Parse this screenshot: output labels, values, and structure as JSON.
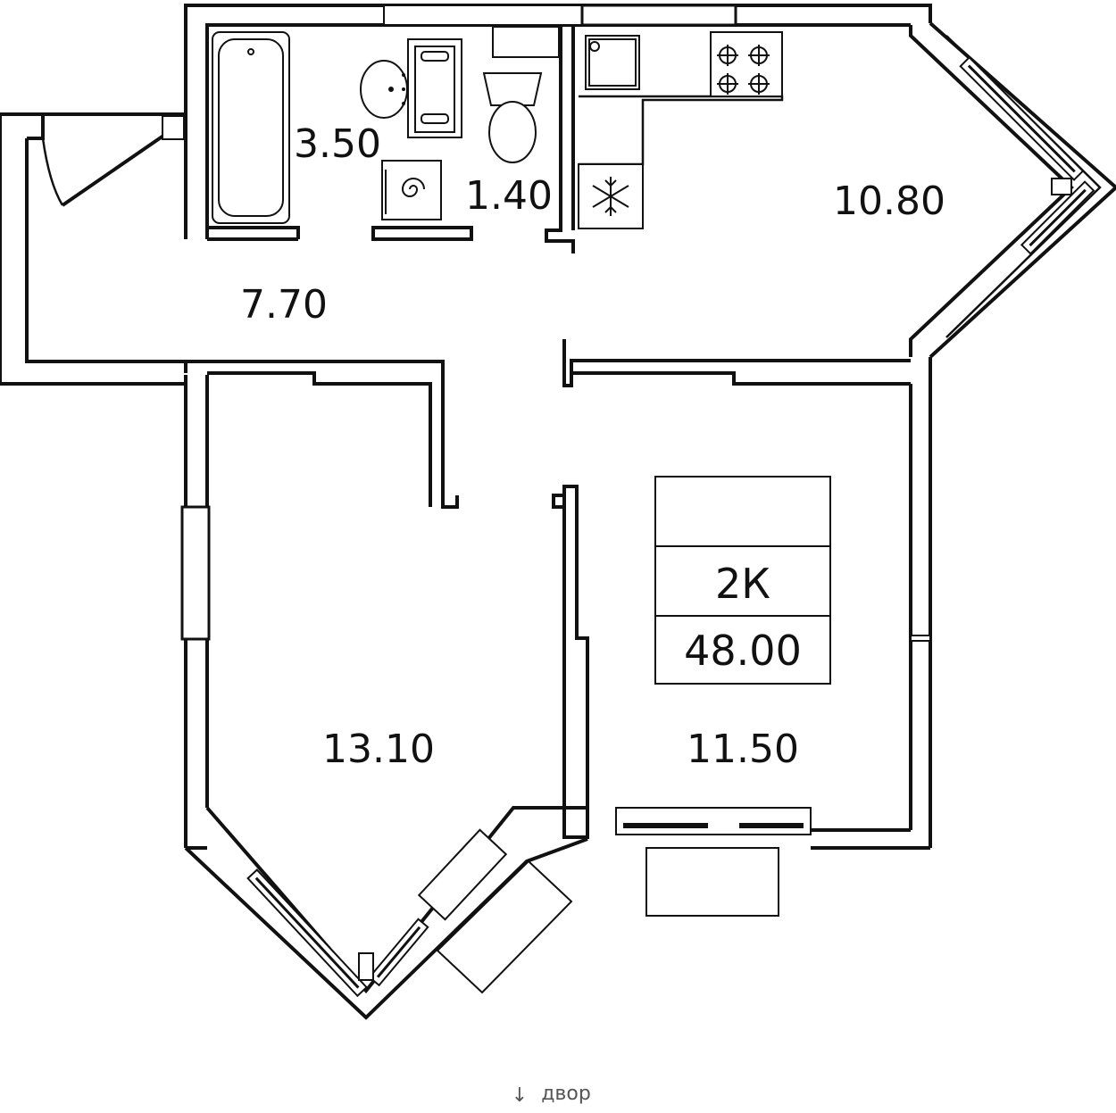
{
  "rooms": {
    "bathroom": {
      "area": "3.50"
    },
    "toilet": {
      "area": "1.40"
    },
    "kitchen": {
      "area": "10.80"
    },
    "hall": {
      "area": "7.70"
    },
    "room_left": {
      "area": "13.10"
    },
    "room_right": {
      "area": "11.50"
    }
  },
  "summary": {
    "type": "2К",
    "total_area": "48.00"
  },
  "orientation": {
    "arrow": "↓",
    "label": "двор"
  },
  "icons": {
    "fridge": "snowflake-icon",
    "stove": "stove-burners-icon",
    "washer": "washing-machine-icon"
  }
}
